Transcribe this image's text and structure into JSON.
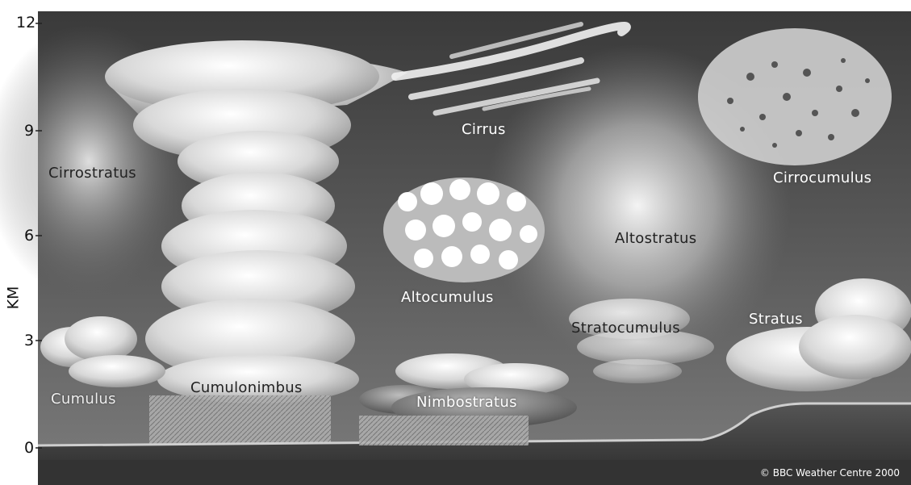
{
  "diagram": {
    "axis": {
      "unit_label": "KM",
      "ticks": [
        "12",
        "9",
        "6",
        "3",
        "0"
      ]
    },
    "clouds": {
      "cirrus": "Cirrus",
      "cirrocumulus": "Cirrocumulus",
      "cirrostratus": "Cirrostratus",
      "altocumulus": "Altocumulus",
      "altostratus": "Altostratus",
      "stratocumulus": "Stratocumulus",
      "stratus": "Stratus",
      "cumulus": "Cumulus",
      "cumulonimbus": "Cumulonimbus",
      "nimbostratus": "Nimbostratus"
    },
    "credit": "© BBC Weather Centre 2000"
  }
}
